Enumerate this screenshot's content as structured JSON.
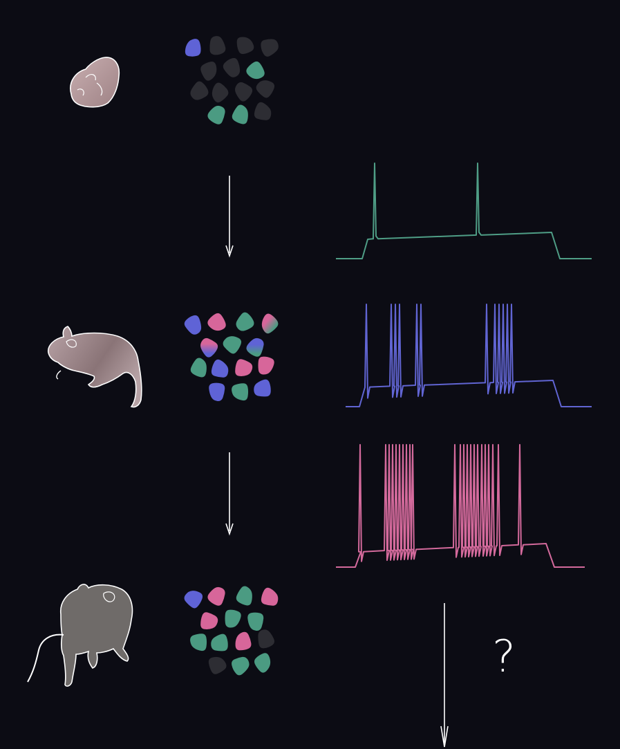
{
  "colors": {
    "background": "#0c0c14",
    "cell_blue": "#5f63d6",
    "cell_pink": "#d7669a",
    "cell_green": "#4b9b82",
    "cell_dark": "#2d2d33",
    "trace_green": "#4f9e86",
    "trace_blue": "#6165d3",
    "trace_pink": "#d46a9c",
    "outline": "#ffffff"
  },
  "stages": [
    {
      "animal": "newborn-pup-icon",
      "cells": [
        "blue",
        "dark",
        "dark",
        "dark",
        "dark",
        "dark",
        "green",
        "dark",
        "dark",
        "dark",
        "dark",
        "green",
        "green",
        "dark"
      ],
      "trace": {
        "color": "trace_green",
        "spike_count": 2
      }
    },
    {
      "animal": "juvenile-mouse-icon",
      "cells": [
        "blue",
        "pink",
        "green",
        "pink-green",
        "pink-blue",
        "green",
        "blue-green",
        "green",
        "blue",
        "pink",
        "pink",
        "blue",
        "green",
        "blue"
      ],
      "trace": {
        "color": "trace_blue",
        "spike_count": 12
      }
    },
    {
      "animal": "adult-mouse-icon",
      "cells": [
        "blue",
        "pink",
        "green",
        "pink",
        "pink",
        "green",
        "green",
        "green",
        "green",
        "pink",
        "dark",
        "dark",
        "green",
        "green"
      ],
      "trace": {
        "color": "trace_pink",
        "spike_count": 23
      }
    }
  ],
  "question_mark": "?"
}
